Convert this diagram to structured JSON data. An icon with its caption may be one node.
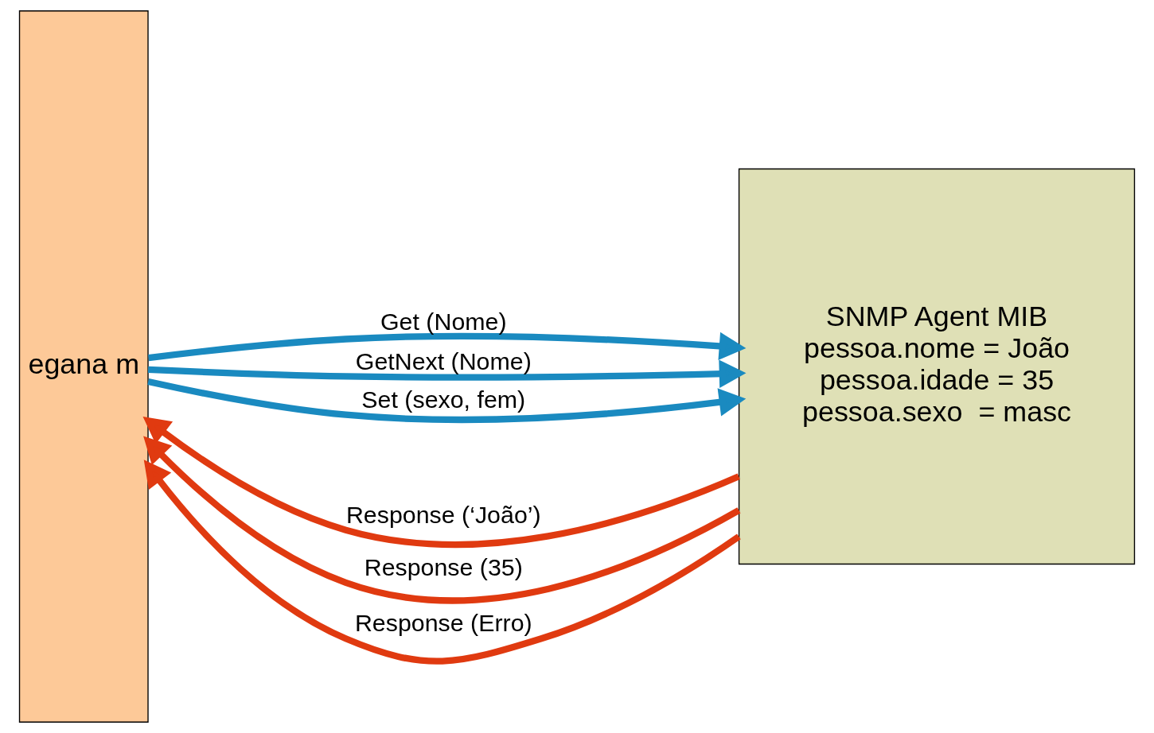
{
  "diagram": {
    "nodes": [
      {
        "text": [
          "egana m"
        ]
      },
      {
        "text": [
          "SNMP Agent MIB",
          "pessoa.nome = João",
          "pessoa.idade = 35",
          "pessoa.sexo  = masc"
        ]
      }
    ],
    "edges": [
      {
        "from": 0,
        "to": 1,
        "arrow": "to",
        "label": "Get (Nome)",
        "color": "#1a8ac0"
      },
      {
        "from": 1,
        "to": 0,
        "arrow": "to",
        "label": "Response (‘João’)",
        "color": "#e03a10"
      },
      {
        "from": 0,
        "to": 1,
        "arrow": "to",
        "label": "GetNext (Nome)",
        "color": "#1a8ac0"
      },
      {
        "from": 1,
        "to": 0,
        "arrow": "to",
        "label": "Response (35)",
        "color": "#e03a10"
      },
      {
        "from": 0,
        "to": 1,
        "arrow": "to",
        "label": "Set (sexo, fem)",
        "color": "#1a8ac0"
      },
      {
        "from": 1,
        "to": 0,
        "arrow": "to",
        "label": "Response (Erro)",
        "color": "#e03a10"
      }
    ]
  }
}
